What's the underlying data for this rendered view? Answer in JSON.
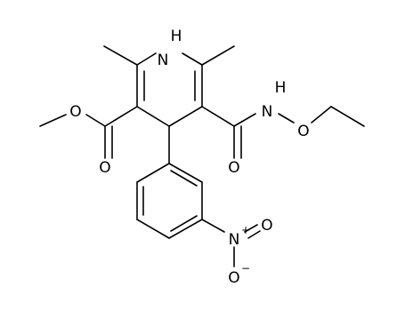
{
  "molecule": {
    "atoms": {
      "nh_n": "N",
      "nh_h": "H",
      "ester_o_single": "O",
      "ester_o_double": "O",
      "amide_o": "O",
      "amide_n": "N",
      "amide_h": "H",
      "alkoxy_o": "O",
      "nitro_n": "N",
      "nitro_plus": "+",
      "nitro_o_top": "O",
      "nitro_o_bottom": "O",
      "nitro_minus": "−"
    }
  }
}
